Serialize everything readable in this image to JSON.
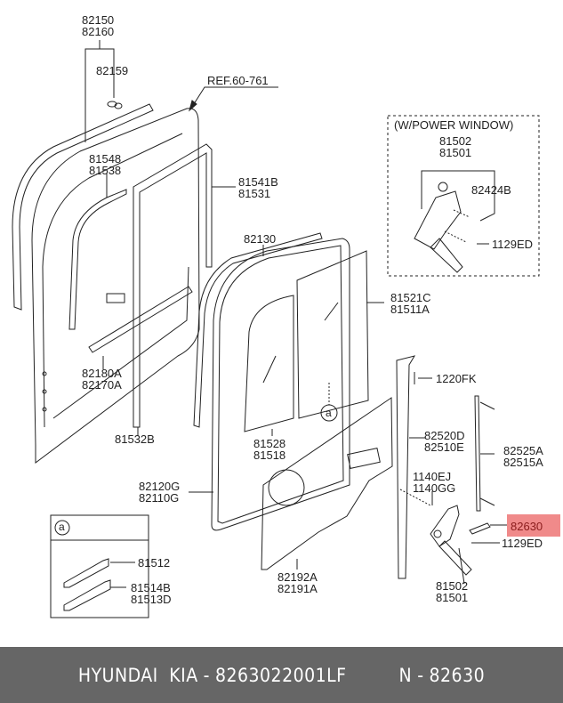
{
  "diagram": {
    "reference": "REF.60-761",
    "power_window_box_title": "(W/POWER WINDOW)",
    "callout_marker": "a",
    "labels": [
      {
        "id": "82150-82160",
        "lines": [
          "82150",
          "82160"
        ]
      },
      {
        "id": "82159",
        "lines": [
          "82159"
        ]
      },
      {
        "id": "81548-81538",
        "lines": [
          "81548",
          "81538"
        ]
      },
      {
        "id": "81541B-81531",
        "lines": [
          "81541B",
          "81531"
        ]
      },
      {
        "id": "82130",
        "lines": [
          "82130"
        ]
      },
      {
        "id": "82180A-82170A",
        "lines": [
          "82180A",
          "82170A"
        ]
      },
      {
        "id": "81532B",
        "lines": [
          "81532B"
        ]
      },
      {
        "id": "81521C-81511A",
        "lines": [
          "81521C",
          "81511A"
        ]
      },
      {
        "id": "81528-81518",
        "lines": [
          "81528",
          "81518"
        ]
      },
      {
        "id": "82120G-82110G",
        "lines": [
          "82120G",
          "82110G"
        ]
      },
      {
        "id": "82192A-82191A",
        "lines": [
          "82192A",
          "82191A"
        ]
      },
      {
        "id": "pw-81502-81501",
        "lines": [
          "81502",
          "81501"
        ]
      },
      {
        "id": "pw-82424B",
        "lines": [
          "82424B"
        ]
      },
      {
        "id": "pw-1129ED",
        "lines": [
          "1129ED"
        ]
      },
      {
        "id": "1220FK",
        "lines": [
          "1220FK"
        ]
      },
      {
        "id": "82520D-82510E",
        "lines": [
          "82520D",
          "82510E"
        ]
      },
      {
        "id": "82525A-82515A",
        "lines": [
          "82525A",
          "82515A"
        ]
      },
      {
        "id": "1140EJ-1140GG",
        "lines": [
          "1140EJ",
          "1140GG"
        ]
      },
      {
        "id": "1129ED",
        "lines": [
          "1129ED"
        ]
      },
      {
        "id": "81502-81501",
        "lines": [
          "81502",
          "81501"
        ]
      },
      {
        "id": "81512",
        "lines": [
          "81512"
        ]
      },
      {
        "id": "81514B-81513D",
        "lines": [
          "81514B",
          "81513D"
        ]
      }
    ],
    "highlighted_part": {
      "number": "82630",
      "color": "#f08a8a"
    }
  },
  "footer": {
    "brand": "HYUNDAI",
    "make": "KIA",
    "separator": "-",
    "part_number": "8263022001LF",
    "n_label": "N",
    "n_value": "82630",
    "background": "#666666"
  }
}
